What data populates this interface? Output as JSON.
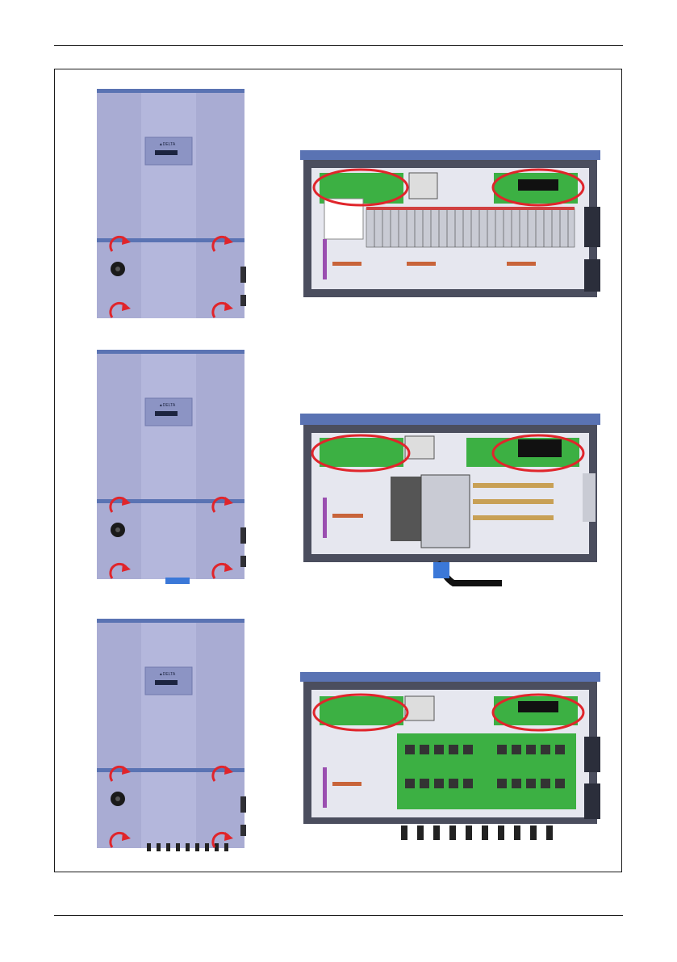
{
  "document": {
    "header_rule": true,
    "footer_rule": true
  },
  "figures": [
    {
      "variant": "fuse-type",
      "arrow_count": 4,
      "highlight_count": 2
    },
    {
      "variant": "terminal-type",
      "arrow_count": 4,
      "highlight_count": 2
    },
    {
      "variant": "connector-type",
      "arrow_count": 4,
      "highlight_count": 2
    }
  ],
  "colors": {
    "enclosure": "#a9acd3",
    "enclosure_dark": "#8286b8",
    "cap": "#5a73b3",
    "frame": "#4b4e5e",
    "pcb": "#3cb043",
    "arrow": "#e0252b",
    "highlight": "#e0252b"
  },
  "icons": {
    "arrow": "rotate-arrow-icon",
    "logo": "brand-logo-icon"
  }
}
